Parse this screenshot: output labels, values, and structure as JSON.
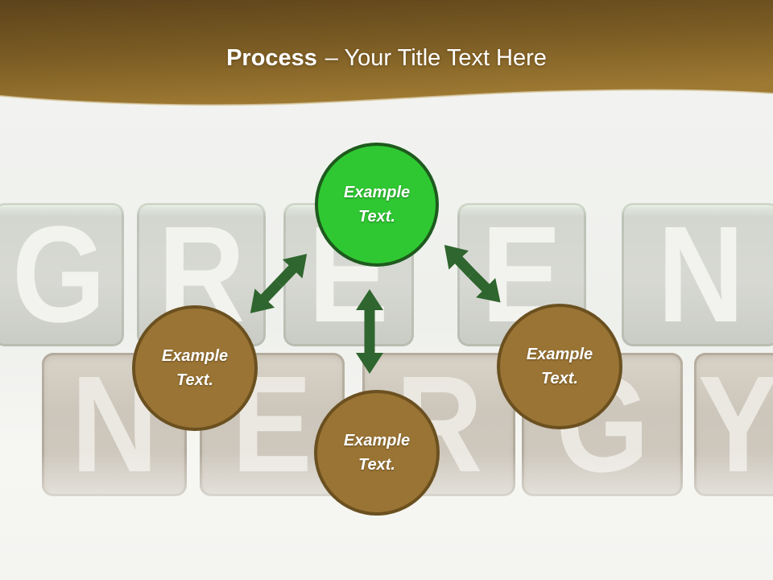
{
  "header": {
    "title_bold": "Process",
    "title_rest": "– Your Title Text Here"
  },
  "background": {
    "word_top": [
      "G",
      "R",
      "E",
      "E",
      "N"
    ],
    "word_bottom": [
      "N",
      "E",
      "R",
      "G",
      "Y"
    ]
  },
  "nodes": [
    {
      "id": "top",
      "line1": "Example",
      "line2": "Text."
    },
    {
      "id": "left",
      "line1": "Example",
      "line2": "Text."
    },
    {
      "id": "bottom",
      "line1": "Example",
      "line2": "Text."
    },
    {
      "id": "right",
      "line1": "Example",
      "line2": "Text."
    }
  ],
  "colors": {
    "header_gradient_top": "#5c431b",
    "header_gradient_bottom": "#9d7932",
    "header_edge_highlight": "#d9caa4",
    "title_text": "#ffffff",
    "node_green_fill": "#2fc832",
    "node_green_border": "#1e5a1e",
    "node_brown_fill": "#9a7434",
    "node_brown_border": "#6b5020",
    "arrow": "#2f652e",
    "background_base": "#f1f2ef"
  }
}
